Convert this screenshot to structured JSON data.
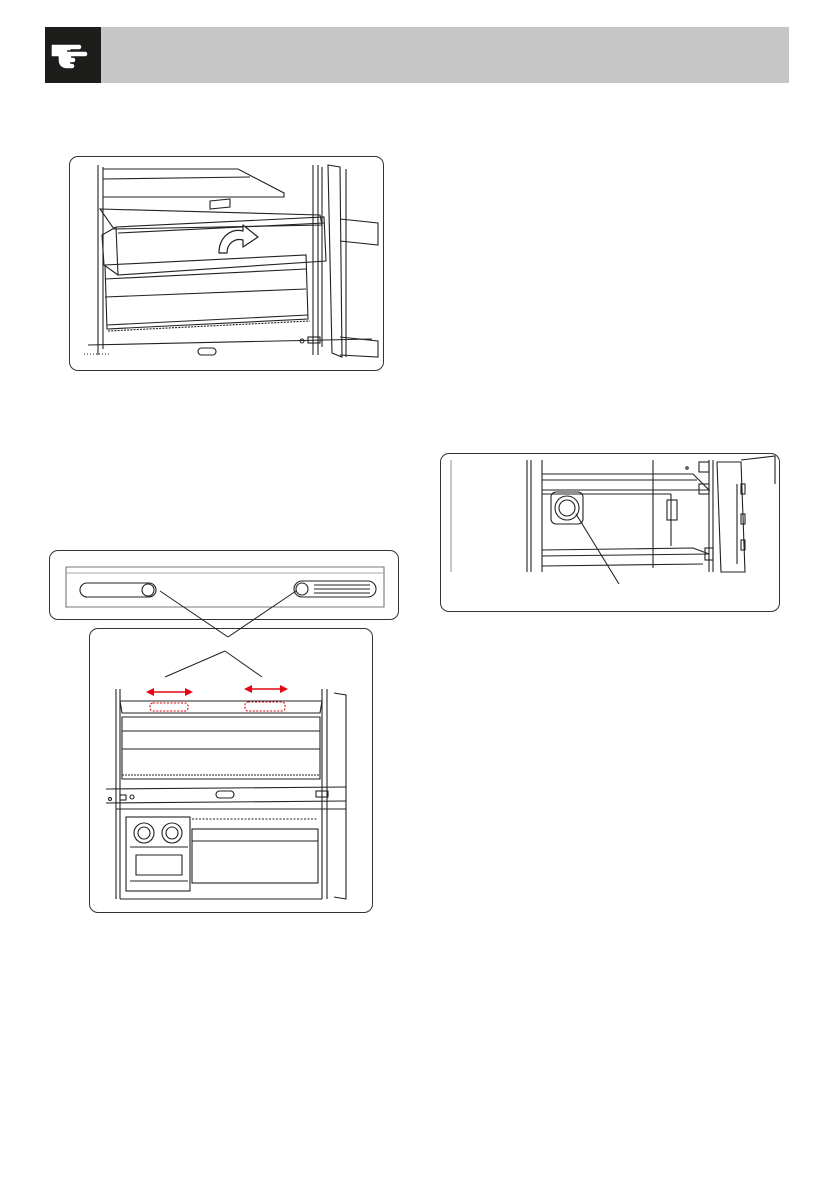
{
  "header": {
    "icon": "pointing-hand-icon",
    "background_color": "#c6c6c6",
    "icon_box_color": "#1d1d1b"
  },
  "figures": [
    {
      "id": "drawer-removal",
      "icon": "rotate-arrow-icon"
    },
    {
      "id": "vent-detail"
    },
    {
      "id": "vent-location",
      "arrow_color": "#e30613"
    },
    {
      "id": "filter"
    }
  ]
}
